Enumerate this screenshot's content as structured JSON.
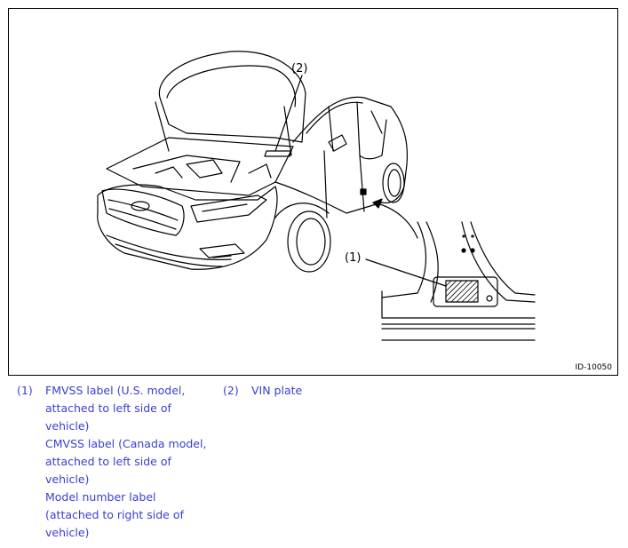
{
  "figure": {
    "id": "ID-10050",
    "callouts": [
      "(1)",
      "(2)"
    ]
  },
  "legend": {
    "items": [
      {
        "number": "(1)",
        "lines": [
          "FMVSS label (U.S. model,",
          "attached to left side of",
          "vehicle)",
          "CMVSS label (Canada model,",
          "attached to left side of",
          "vehicle)",
          "Model number label",
          "(attached to right side of",
          "vehicle)"
        ]
      },
      {
        "number": "(2)",
        "lines": [
          "VIN plate"
        ]
      }
    ]
  },
  "colors": {
    "legend_text": "#3a3fd0",
    "line_art": "#000000"
  }
}
